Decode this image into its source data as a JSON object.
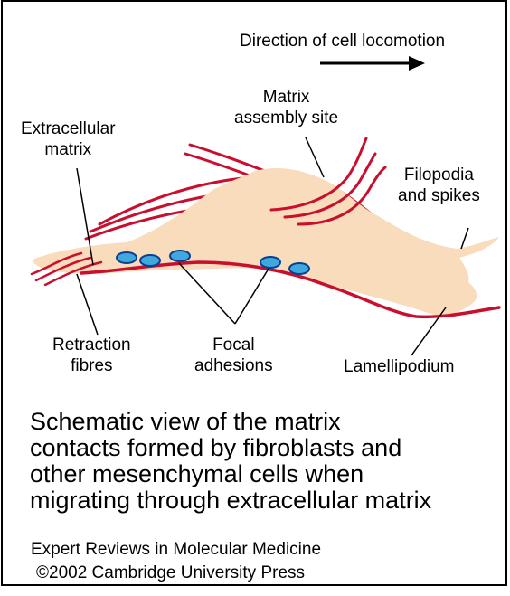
{
  "labels": {
    "direction": "Direction of cell locomotion",
    "matrix_assembly_line1": "Matrix",
    "matrix_assembly_line2": "assembly site",
    "extracellular_line1": "Extracellular",
    "extracellular_line2": "matrix",
    "filopodia_line1": "Filopodia",
    "filopodia_line2": "and spikes",
    "retraction_line1": "Retraction",
    "retraction_line2": "fibres",
    "focal_line1": "Focal",
    "focal_line2": "adhesions",
    "lamellipodium": "Lamellipodium"
  },
  "caption": {
    "line1": "Schematic view of the matrix",
    "line2": "contacts formed by fibroblasts and",
    "line3": "other mesenchymal cells when",
    "line4": "migrating through extracellular matrix"
  },
  "credits": {
    "journal": "Expert Reviews in Molecular Medicine",
    "copyright": "©2002 Cambridge University Press"
  },
  "colors": {
    "cell_fill": "#f8dcbc",
    "fibre": "#c8102e",
    "adhesion_fill": "#3fa9dd",
    "adhesion_stroke": "#0b3d91",
    "line": "#000000"
  }
}
